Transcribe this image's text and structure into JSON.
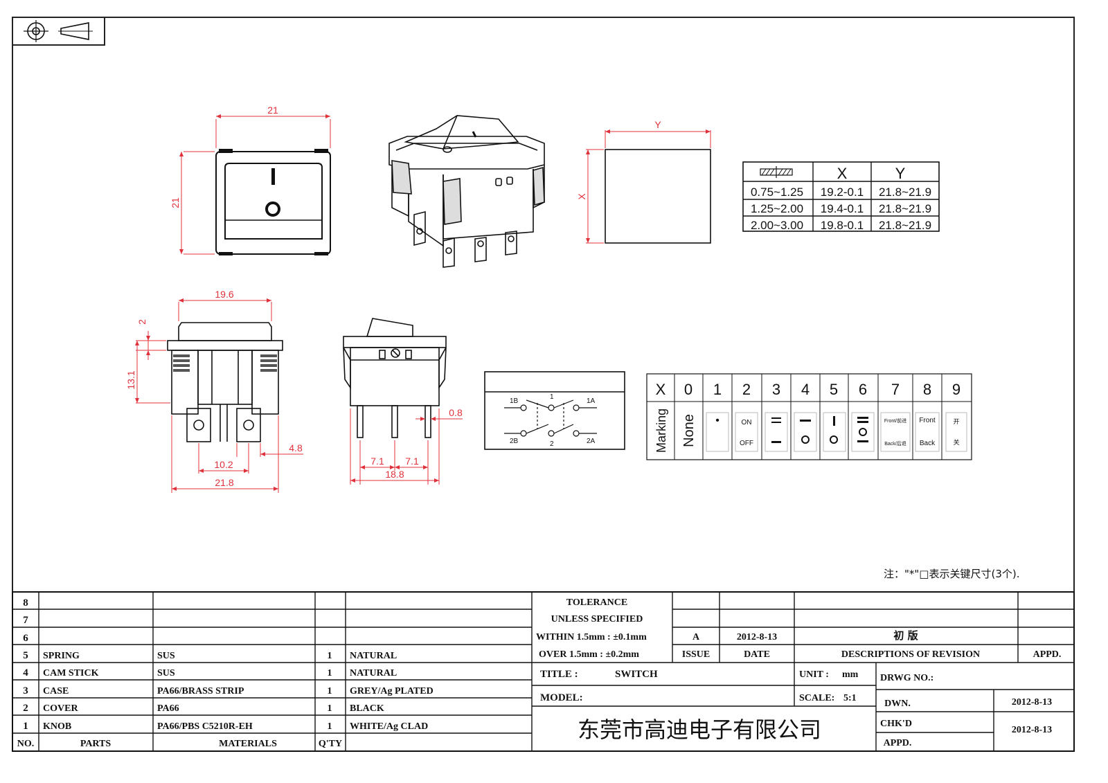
{
  "views": {
    "front": {
      "width_label": "21",
      "height_label": "21"
    },
    "dims_table": {
      "header_x": "X",
      "header_y": "Y",
      "rows": [
        [
          "0.75~1.25",
          "19.2-0.1",
          "21.8~21.9"
        ],
        [
          "1.25~2.00",
          "19.4-0.1",
          "21.8~21.9"
        ],
        [
          "2.00~3.00",
          "19.8-0.1",
          "21.8~21.9"
        ]
      ]
    },
    "button": {
      "y_label": "Y",
      "x_label": "X"
    },
    "side": {
      "d1": "19.6",
      "d2": "2",
      "d3": "13.1",
      "d4": "10.2",
      "d5": "4.8",
      "d6": "21.8"
    },
    "end": {
      "d1": "0.8",
      "d2": "7.1",
      "d3": "7.1",
      "d4": "18.8"
    },
    "circuit": {
      "t1b": "1B",
      "t1": "1",
      "t1a": "1A",
      "t2b": "2B",
      "t2": "2",
      "t2a": "2A"
    },
    "marking": {
      "x": "X",
      "row_label": "Marking",
      "numbers": [
        "0",
        "1",
        "2",
        "3",
        "4",
        "5",
        "6",
        "7",
        "8",
        "9"
      ],
      "none": "None",
      "dot": "•",
      "on": "ON",
      "off": "OFF",
      "front_cn": "Front/前进",
      "back_cn": "Back/后退",
      "front": "Front",
      "back": "Back",
      "kai": "开",
      "guan": "关"
    },
    "note": "注：\"*\"□表示关键尺寸(3个)."
  },
  "title_block": {
    "parts": [
      {
        "no": "8",
        "part": "",
        "material": "",
        "qty": "",
        "finish": ""
      },
      {
        "no": "7",
        "part": "",
        "material": "",
        "qty": "",
        "finish": ""
      },
      {
        "no": "6",
        "part": "",
        "material": "",
        "qty": "",
        "finish": ""
      },
      {
        "no": "5",
        "part": "SPRING",
        "material": "SUS",
        "qty": "1",
        "finish": "NATURAL"
      },
      {
        "no": "4",
        "part": "CAM STICK",
        "material": "SUS",
        "qty": "1",
        "finish": "NATURAL"
      },
      {
        "no": "3",
        "part": "CASE",
        "material": "PA66/BRASS STRIP",
        "qty": "1",
        "finish": "GREY/Ag PLATED"
      },
      {
        "no": "2",
        "part": "COVER",
        "material": "PA66",
        "qty": "1",
        "finish": "BLACK"
      },
      {
        "no": "1",
        "part": "KNOB",
        "material": "PA66/PBS C5210R-EH",
        "qty": "1",
        "finish": "WHITE/Ag CLAD"
      }
    ],
    "hdr_no": "NO.",
    "hdr_parts": "PARTS",
    "hdr_materials": "MATERIALS",
    "hdr_qty": "Q'TY",
    "tol1": "TOLERANCE",
    "tol2": "UNLESS  SPECIFIED",
    "tol3": "WITHIN 1.5mm : ±0.1mm",
    "tol4": "OVER 1.5mm : ±0.2mm",
    "issue_val": "A",
    "date_val": "2012-8-13",
    "rev_desc": "初  版",
    "issue": "ISSUE",
    "date": "DATE",
    "desc_rev": "DESCRIPTIONS  OF  REVISION",
    "appd": "APPD.",
    "title_label": "TITLE :",
    "title": "SWITCH",
    "unit_label": "UNIT :",
    "unit": "mm",
    "drwg_no": "DRWG  NO.:",
    "model": "MODEL:",
    "scale_label": "SCALE:",
    "scale": "5:1",
    "dwn": "DWN.",
    "dwn_date": "2012-8-13",
    "chkd": "CHK'D",
    "chkd_date": "2012-8-13",
    "appd2": "APPD.",
    "company": "东莞市高迪电子有限公司"
  }
}
